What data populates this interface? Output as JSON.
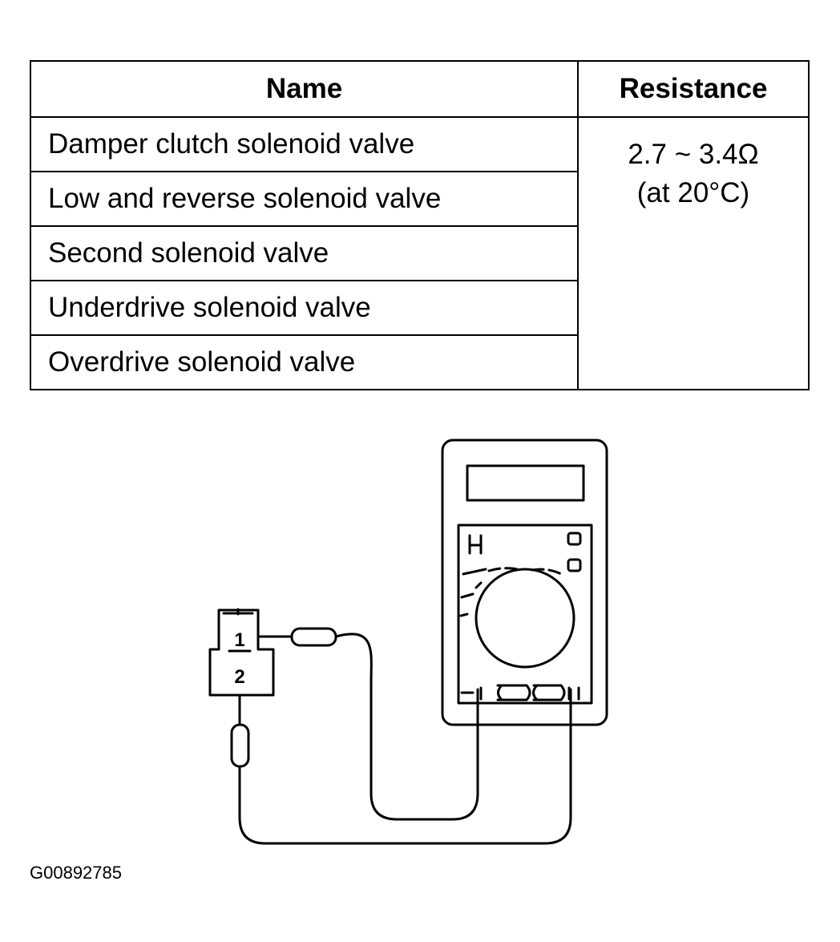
{
  "table": {
    "headers": {
      "name": "Name",
      "resistance": "Resistance"
    },
    "rows": [
      "Damper clutch solenoid valve",
      "Low and reverse solenoid valve",
      "Second solenoid valve",
      "Underdrive solenoid valve",
      "Overdrive solenoid valve"
    ],
    "resistance_value": "2.7 ~ 3.4Ω",
    "resistance_condition": "(at 20°C)"
  },
  "diagram": {
    "terminal_1": "1",
    "terminal_2": "2",
    "figure_id": "G00892785"
  }
}
